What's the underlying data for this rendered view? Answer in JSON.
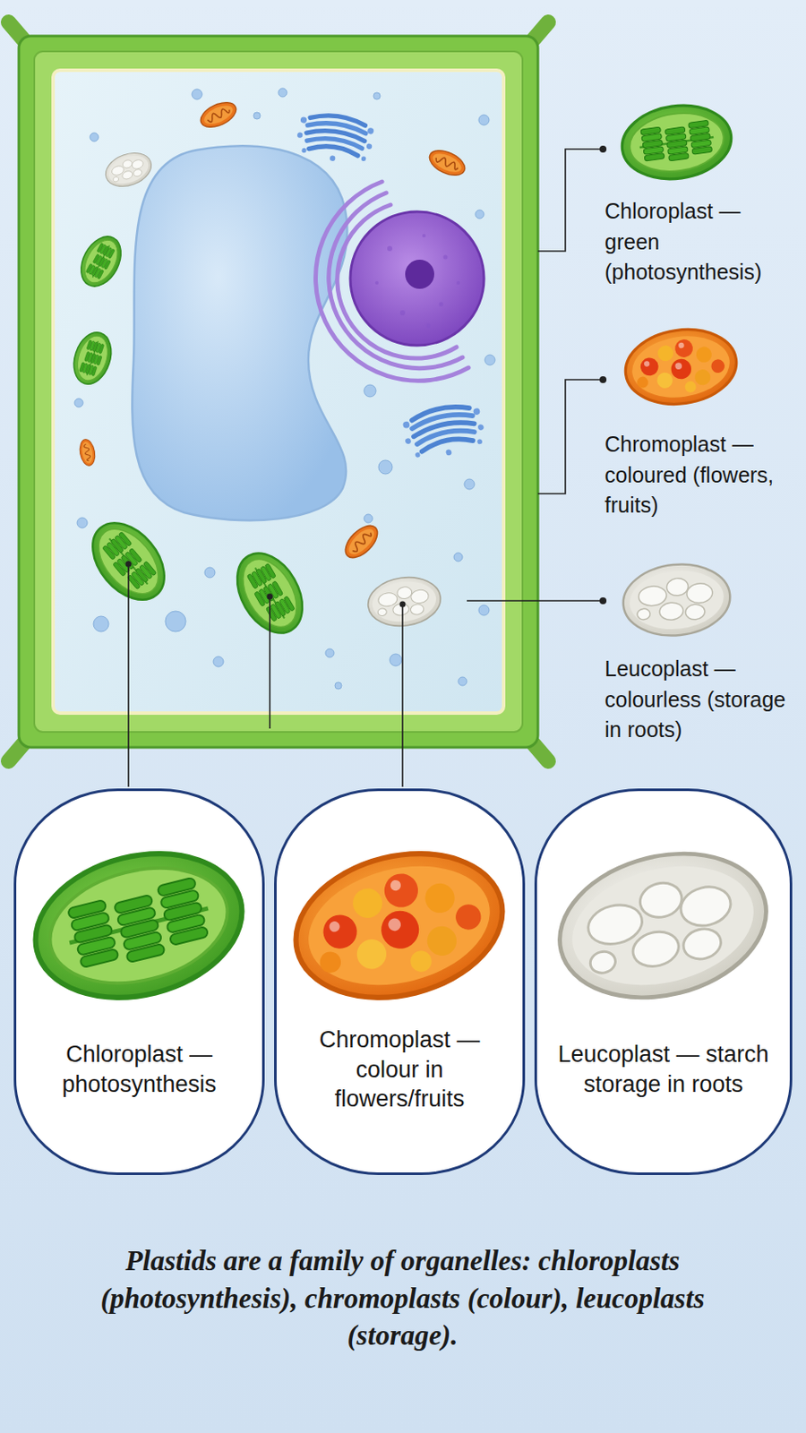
{
  "diagram": {
    "caption": "Plastids are a family of organelles: chloroplasts (photosynthesis), chromoplasts (colour), leucoplasts (storage).",
    "nodes": [
      {
        "text": [
          "Chloroplast — photosynthesis"
        ]
      },
      {
        "text": [
          "Chromoplast — colour in flowers/fruits"
        ]
      },
      {
        "text": [
          "Leucoplast — starch storage in roots"
        ]
      }
    ],
    "labels": [
      "Chloroplast — green (photosynthesis)",
      "Chromoplast — coloured (flowers, fruits)",
      "Leucoplast — colourless (storage in roots)"
    ]
  }
}
